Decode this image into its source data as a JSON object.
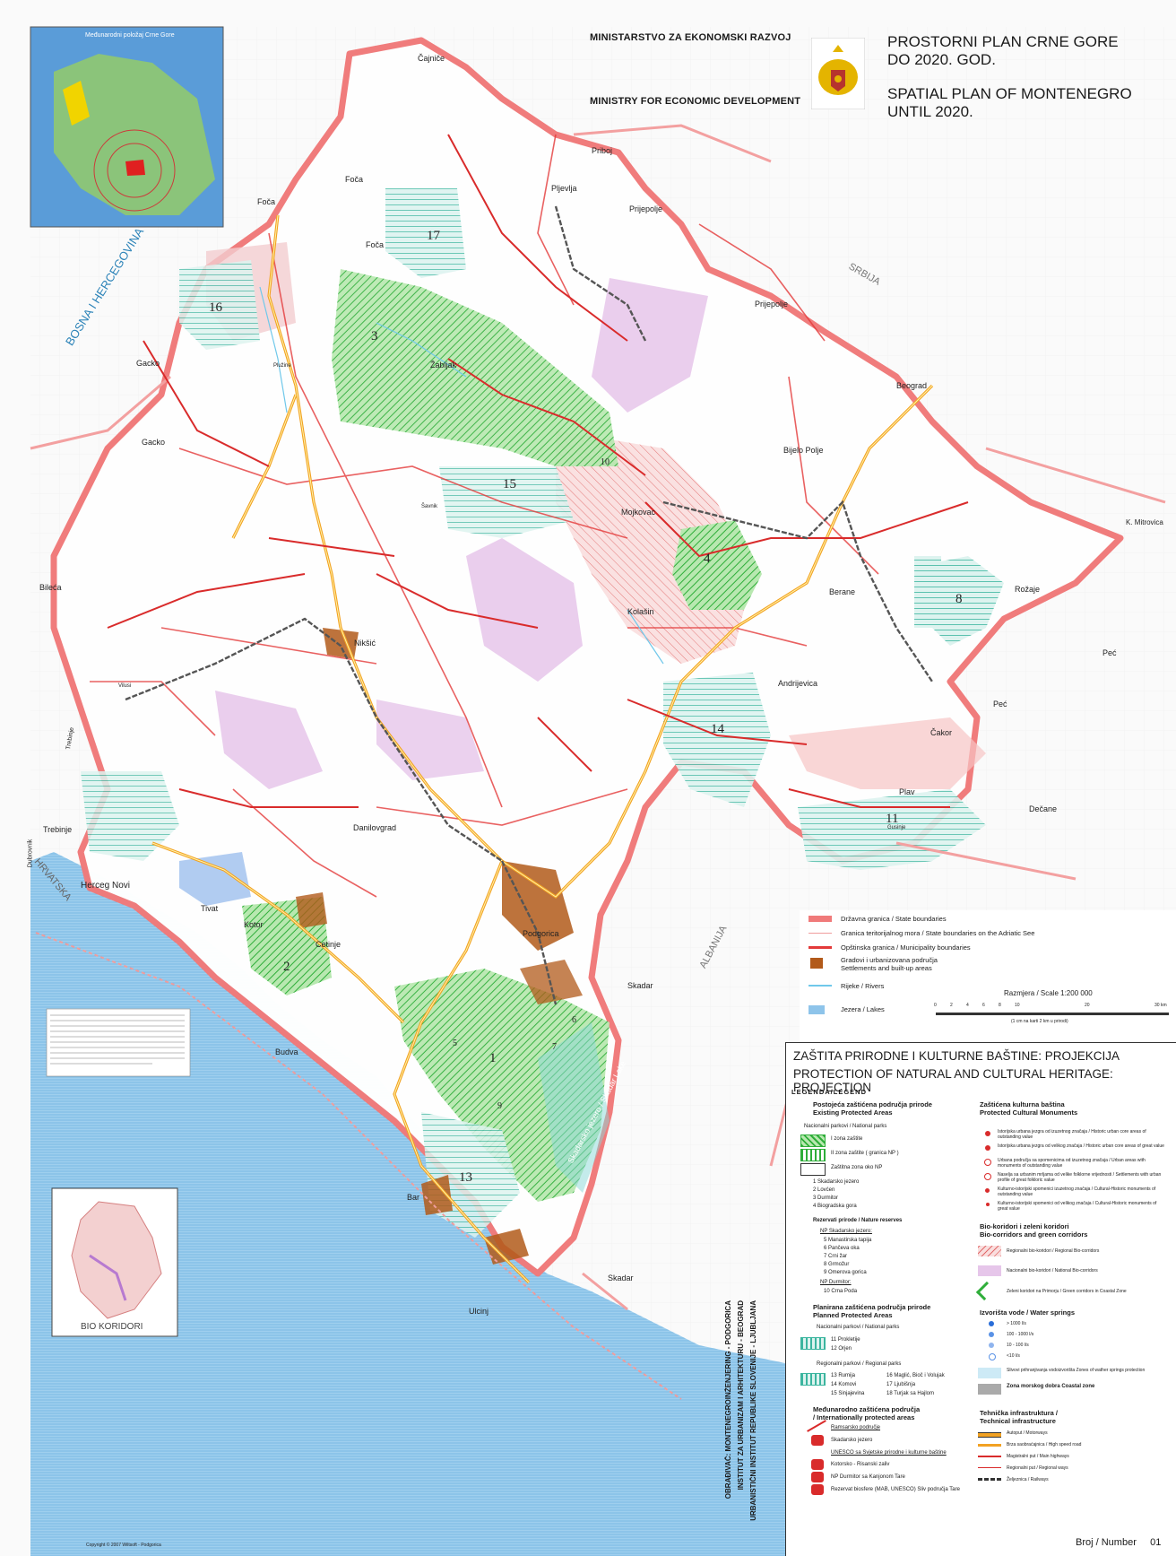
{
  "header": {
    "ministry_me": "MINISTARSTVO ZA EKONOMSKI RAZVOJ",
    "ministry_en": "MINISTRY FOR ECONOMIC DEVELOPMENT",
    "plan_me_1": "PROSTORNI PLAN CRNE GORE",
    "plan_me_2": "DO 2020. GOD.",
    "plan_en_1": "SPATIAL PLAN OF MONTENEGRO",
    "plan_en_2": "UNTIL 2020."
  },
  "inset_europe": {
    "title": "Međunarodni položaj Crne Gore"
  },
  "inset_bio": {
    "title": "BIO KORIDORI"
  },
  "neighbors": [
    "BOSNA I HERCEGOVINA",
    "SRBIJA",
    "HRVATSKA",
    "ALBANIJA"
  ],
  "cities": {
    "cajnice": "Čajniče",
    "priboj": "Priboj",
    "foca1": "Foča",
    "foca2": "Foča",
    "foca3": "Foča",
    "pljevlja": "Pljevlja",
    "prijepolje1": "Prijepolje",
    "prijepolje2": "Prijepolje",
    "zabljak": "Žabljak",
    "gacko1": "Gacko",
    "gacko2": "Gacko",
    "beograd": "Beograd",
    "bijelo_polje": "Bijelo Polje",
    "mojkovac": "Mojkovac",
    "kmitrovica": "K. Mitrovica",
    "kolasin": "Kolašin",
    "berane": "Berane",
    "rozaje": "Rožaje",
    "pec1": "Peć",
    "pec2": "Peć",
    "niksic": "Nikšić",
    "bileca": "Bileća",
    "trebinje1": "Trebinje",
    "trebinje2": "Trebinje",
    "andrijevica": "Andrijevica",
    "cakor": "Čakor",
    "plav": "Plav",
    "decane": "Dečane",
    "danilovgrad": "Danilovgrad",
    "dubrovnik": "Dubrovnik",
    "herceg_novi": "Herceg Novi",
    "tivat": "Tivat",
    "kotor": "Kotor",
    "cetinje": "Cetinje",
    "podgorica": "Podgorica",
    "skadar1": "Skadar",
    "skadar2": "Skadar",
    "budva": "Budva",
    "bar": "Bar",
    "ulcinj": "Ulcinj",
    "pluzine": "Plužine",
    "savnik": "Šavnik",
    "vilusi": "Vilusi",
    "gusinje": "Gusinje"
  },
  "area_numbers": [
    "17",
    "16",
    "3",
    "10",
    "15",
    "4",
    "8",
    "14",
    "11",
    "2",
    "1",
    "5",
    "6",
    "7",
    "9",
    "13"
  ],
  "lake_label": "Skadarsko jezero / Skadar Lake",
  "legend_top": {
    "items": [
      "Državna granica / State boundaries",
      "Granica teritorijalnog mora / State boundaries on the Adriatic See",
      "Opštinska granica / Municipality boundaries",
      "Gradovi i urbanizovana područja",
      "Settlements and built-up areas",
      "Rijeke / Rivers",
      "Jezera / Lakes"
    ],
    "scale": "Razmjera / Scale  1:200 000",
    "scale_note": "(1 cm na karti 2 km u prirodi)",
    "scale_ticks": [
      "0",
      "2",
      "4",
      "6",
      "8",
      "10",
      "20",
      "30 km"
    ]
  },
  "panel": {
    "title_me": "ZAŠTITA PRIRODNE I KULTURNE BAŠTINE: PROJEKCIJA",
    "title_en": "PROTECTION OF NATURAL AND CULTURAL HERITAGE: PROJECTION",
    "legend_label": "LEGENDA/LEGEND",
    "left": {
      "h_existing_me": "Postojeća zaštićena područja prirode",
      "h_existing_en": "Existing Protected Areas",
      "np": "Nacionalni parkovi / National parks",
      "zone1": "I zona zaštite",
      "zone2": "II zona zaštite ( granica NP )",
      "zone_np": "Zaštitna zona oko NP",
      "parks": [
        "1 Skadarsko jezero",
        "2 Lovćen",
        "3 Durmitor",
        "4 Biogradska gora"
      ],
      "reserves": "Rezervati prirode / Nature reserves",
      "np_skadar": "NP Skadarsko jezero:",
      "reserve_items": [
        "5 Manastirska tapija",
        "6 Pančeva oka",
        "7 Crni žar",
        "8 Grmožur",
        "9 Omerova gorica"
      ],
      "np_durmitor": "NP Durmitor:",
      "crna_poda": "10 Crna Poda",
      "h_planned_me": "Planirana zaštićena područja prirode",
      "h_planned_en": "Planned Protected Areas",
      "np_planned": "Nacionalni parkovi / National parks",
      "planned_parks": [
        "11 Prokletije",
        "12 Orjen"
      ],
      "regional": "Regionalni parkovi / Regional parks",
      "regional_a": [
        "13 Rumija",
        "14 Komovi",
        "15 Sinjajevina"
      ],
      "regional_b": [
        "16 Maglić, Bioč i Volujak",
        "17 Ljubišnja",
        "18 Turjak sa Hajlom"
      ],
      "h_intl_me": "Međunarodno zaštićena područja",
      "h_intl_en": "/ Internationally protected areas",
      "ramsar": "Ramsarsko područje",
      "ramsar_item": "Skadarsko jezero",
      "unesco": "UNESCO sa Svjetske prirodne i kulturne baštine",
      "kotor": "Kotorsko - Risanski zaliv",
      "durmitor_tara": "NP Durmitor sa Kanjonom Tare",
      "biosfera": "Rezervat biosfere (MAB, UNESCO) Sliv područja Tare"
    },
    "right": {
      "h_cult_me": "Zaštićena kulturna baština",
      "h_cult_en": "Protected Cultural Monuments",
      "cult_items": [
        "Istorijska urbana jezgra od izuzetnog značaja / Historic urban core areas of outstanding value",
        "Istorijska urbana jezgra od velikog značaja / Historic urban core areas of great value",
        "Urbana područja sa spomenicima od izuzetnog značaja / Urban areas with monuments of outstanding value",
        "Naselja sa urbanim mrljama od velike folklorne vrijednosti / Settlements with urban profile of great folkloric value",
        "Kulturno-istorijski spomenici izuzetnog značaja / Cultural-Historic monuments of outstanding value",
        "Kulturno-istorijski spomenici od velikog značaja / Cultural-Historic monuments of great value"
      ],
      "h_bio_me": "Bio-koridori i zeleni koridori",
      "h_bio_en": "Bio-corridors and green corridors",
      "bio_items": [
        "Regionalni bio-koridori / Regional Bio-corridors",
        "Nacionalni bio-koridori / National Bio-corridors",
        "Zeleni koridori na Primorju / Green corridors in Coastal Zone"
      ],
      "h_springs": "Izvorišta vode / Water springs",
      "springs": [
        "> 1000 l/s",
        "100 - 1000 l/s",
        "10 - 100 l/s",
        "<10 l/s"
      ],
      "spring_zone": "Slivovi prihranjivanja vodoizvorišta Zones of wather springs protection",
      "coastal": "Zona morskog dobra Coastal zone",
      "h_infra_me": "Tehnička infrastruktura /",
      "h_infra_en": "Technical infrastructure",
      "infra": [
        "Autoput / Motorways",
        "Brza saobraćajnica / High speed road",
        "Magistralni put / Main highways",
        "Regionalni put / Regional ways",
        "Željeznica / Railways"
      ]
    }
  },
  "makers": {
    "line1": "OBRAĐIVAČ: MONTENEGROINŽENJERING - PODGORICA",
    "line2": "INSTITUT ZA URBANIZAM I ARHITEKTURU - BEOGRAD",
    "line3": "URBANISTIČNI INSTITUT REPUBLIKE SLOVENIJE - LJUBLJANA"
  },
  "copyright": "Copyright © 2007  Wiltsoft - Podgorica",
  "broj": {
    "label": "Broj / Number",
    "value": "01"
  },
  "colors": {
    "sea": "#8ec4ea",
    "state_border": "#f07a7a",
    "municipality": "#e33a3a",
    "np_green": "#5ed65e",
    "planned_teal": "#8ad8c8",
    "bio_regional": "#f4b6b6",
    "bio_national": "#e2c3e6",
    "road": "#f2a223",
    "settlement": "#b25a1a"
  }
}
